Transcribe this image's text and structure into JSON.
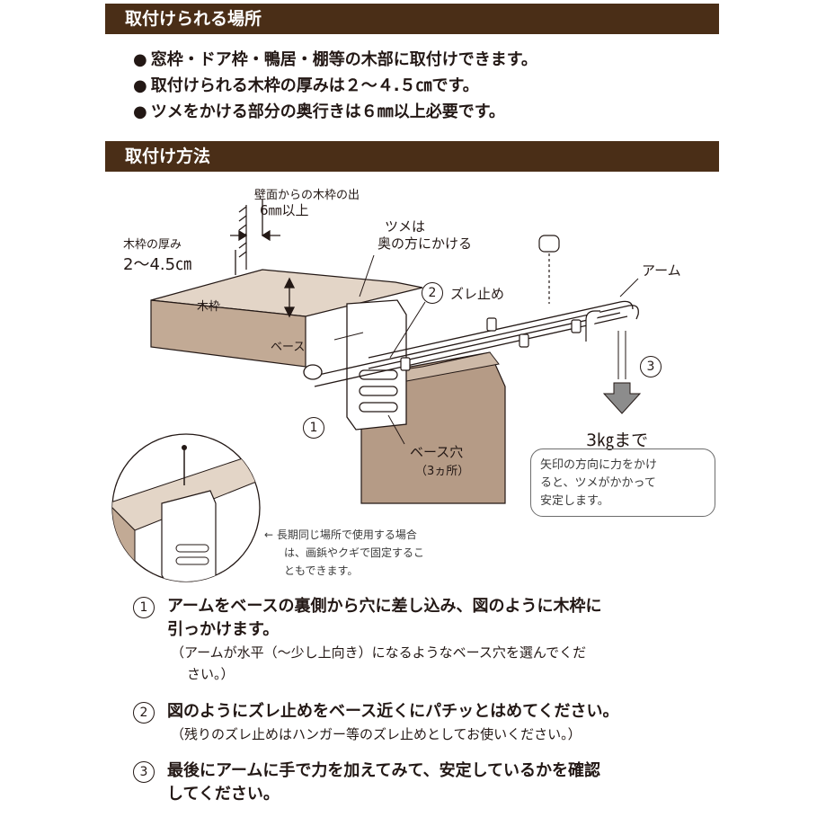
{
  "section1": {
    "title": "取付けられる場所",
    "bullets": [
      "窓枠・ドア枠・鴨居・棚等の木部に取付けできます。",
      "取付けられる木枠の厚みは２～４.５㎝です。",
      "ツメをかける部分の奥行きは６㎜以上必要です。"
    ]
  },
  "section2": {
    "title": "取付け方法"
  },
  "diagram": {
    "wall_depth_label": "壁面からの木枠の出",
    "wall_depth_value": "6㎜以上",
    "thickness_label": "木枠の厚み",
    "thickness_value": "2～4.5㎝",
    "frame_label": "木枠",
    "base_label": "ベース",
    "claw_label_1": "ツメは",
    "claw_label_2": "奥の方にかける",
    "stopper_label": "ズレ止め",
    "arm_label": "アーム",
    "hole_label": "ベース穴",
    "hole_count": "（3ヵ所）",
    "load_label": "3㎏まで",
    "circle_1": "1",
    "circle_2": "2",
    "circle_3": "3",
    "note_box": [
      "矢印の方向に力をかけ",
      "ると、ツメがかかって",
      "安定します。"
    ],
    "side_note": [
      "←  長期同じ場所で使用する場合",
      "は、画鋲やクギで固定するこ",
      "ともできます。"
    ]
  },
  "steps": [
    {
      "num": "1",
      "text_1": "アームをベースの裏側から穴に差し込み、図のように木枠に",
      "text_2": "引っかけます。",
      "sub_1": "（アームが水平（～少し上向き）になるようなベース穴を選んでくだ",
      "sub_2": "さい。）"
    },
    {
      "num": "2",
      "text_1": "図のようにズレ止めをベース近くにパチッとはめてください。",
      "sub_1": "（残りのズレ止めはハンガー等のズレ止めとしてお使いください。）"
    },
    {
      "num": "3",
      "text_1": "最後にアームに手で力を加えてみて、安定しているかを確認",
      "text_2": "してください。"
    }
  ],
  "colors": {
    "header_bg": "#4a2e17",
    "frame_top": "#d9c8b8",
    "frame_front": "#b59b86",
    "text": "#231815"
  }
}
